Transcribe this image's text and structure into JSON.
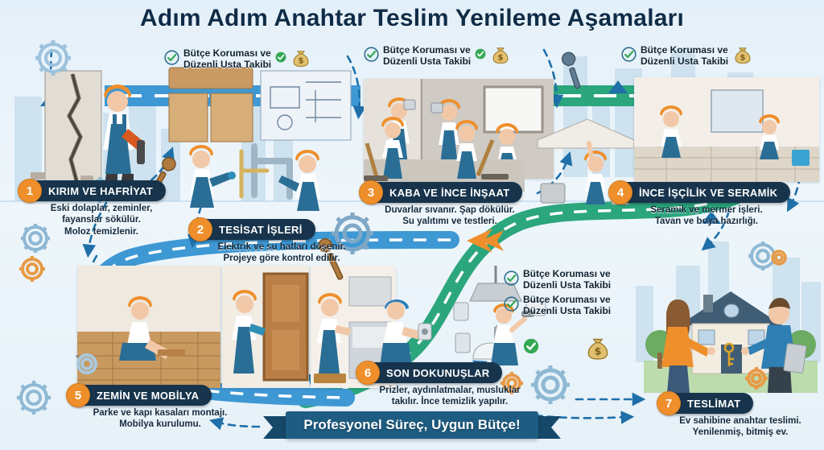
{
  "title": "Adım Adım Anahtar Teslim Yenileme Aşamaları",
  "footer_banner": "Profesyonel Süreç, Uygun Bütçe!",
  "colors": {
    "background": "#e9f3fa",
    "title": "#0f2c47",
    "pill": "#17344c",
    "badge_orange": "#ef8f2b",
    "path_blue": "#3d98d4",
    "path_green": "#2ba67d",
    "ribbon": "#1e5c82",
    "check_green": "#35a853"
  },
  "steps": [
    {
      "number": "1",
      "title": "KIRIM VE HAFRİYAT",
      "desc": "Eski dolaplar, zeminler,\nfayanslar sökülür.\nMoloz temizlenir."
    },
    {
      "number": "2",
      "title": "TESİSAT İŞLERİ",
      "desc": "Elektrik ve su hatları döşenir.\nProjeye göre kontrol edilir."
    },
    {
      "number": "3",
      "title": "KABA VE İNCE İNŞAAT",
      "desc": "Duvarlar sıvanır. Şap dökülür.\nSu yalıtımı ve testleri."
    },
    {
      "number": "4",
      "title": "İNCE İŞÇİLİK VE SERAMİK",
      "desc": "Seramik ve mermer işleri.\nTavan ve boya hazırlığı."
    },
    {
      "number": "5",
      "title": "ZEMİN VE MOBİLYA",
      "desc": "Parke ve kapı kasaları montajı.\nMobilya kurulumu."
    },
    {
      "number": "6",
      "title": "SON DOKUNUŞLAR",
      "desc": "Prizler, aydınlatmalar, musluklar\ntakılır. İnce temizlik yapılır."
    },
    {
      "number": "7",
      "title": "TESLİMAT",
      "desc": "Ev sahibine anahtar teslimi.\nYenilenmiş, bitmiş ev."
    }
  ],
  "callouts": [
    {
      "id": "callout-1",
      "text": "Bütçe Koruması ve\nDüzenli Usta Takibi",
      "has_money_bag": true,
      "has_small_check": true
    },
    {
      "id": "callout-2",
      "text": "Bütçe Koruması ve\nDüzenli Usta Takibi",
      "has_money_bag": true,
      "has_small_check": true
    },
    {
      "id": "callout-3",
      "text": "Bütçe Koruması ve\nDüzenli Usta Takibi",
      "has_money_bag": true,
      "has_small_check": false
    },
    {
      "id": "callout-4",
      "text": "Bütçe Koruması ve\nDüzenli Usta Takibi",
      "has_money_bag": false,
      "has_small_check": false
    },
    {
      "id": "callout-5",
      "text": "Bütçe Koruması ve\nDüzenli Usta Takibi",
      "has_money_bag": false,
      "has_small_check": false
    }
  ]
}
